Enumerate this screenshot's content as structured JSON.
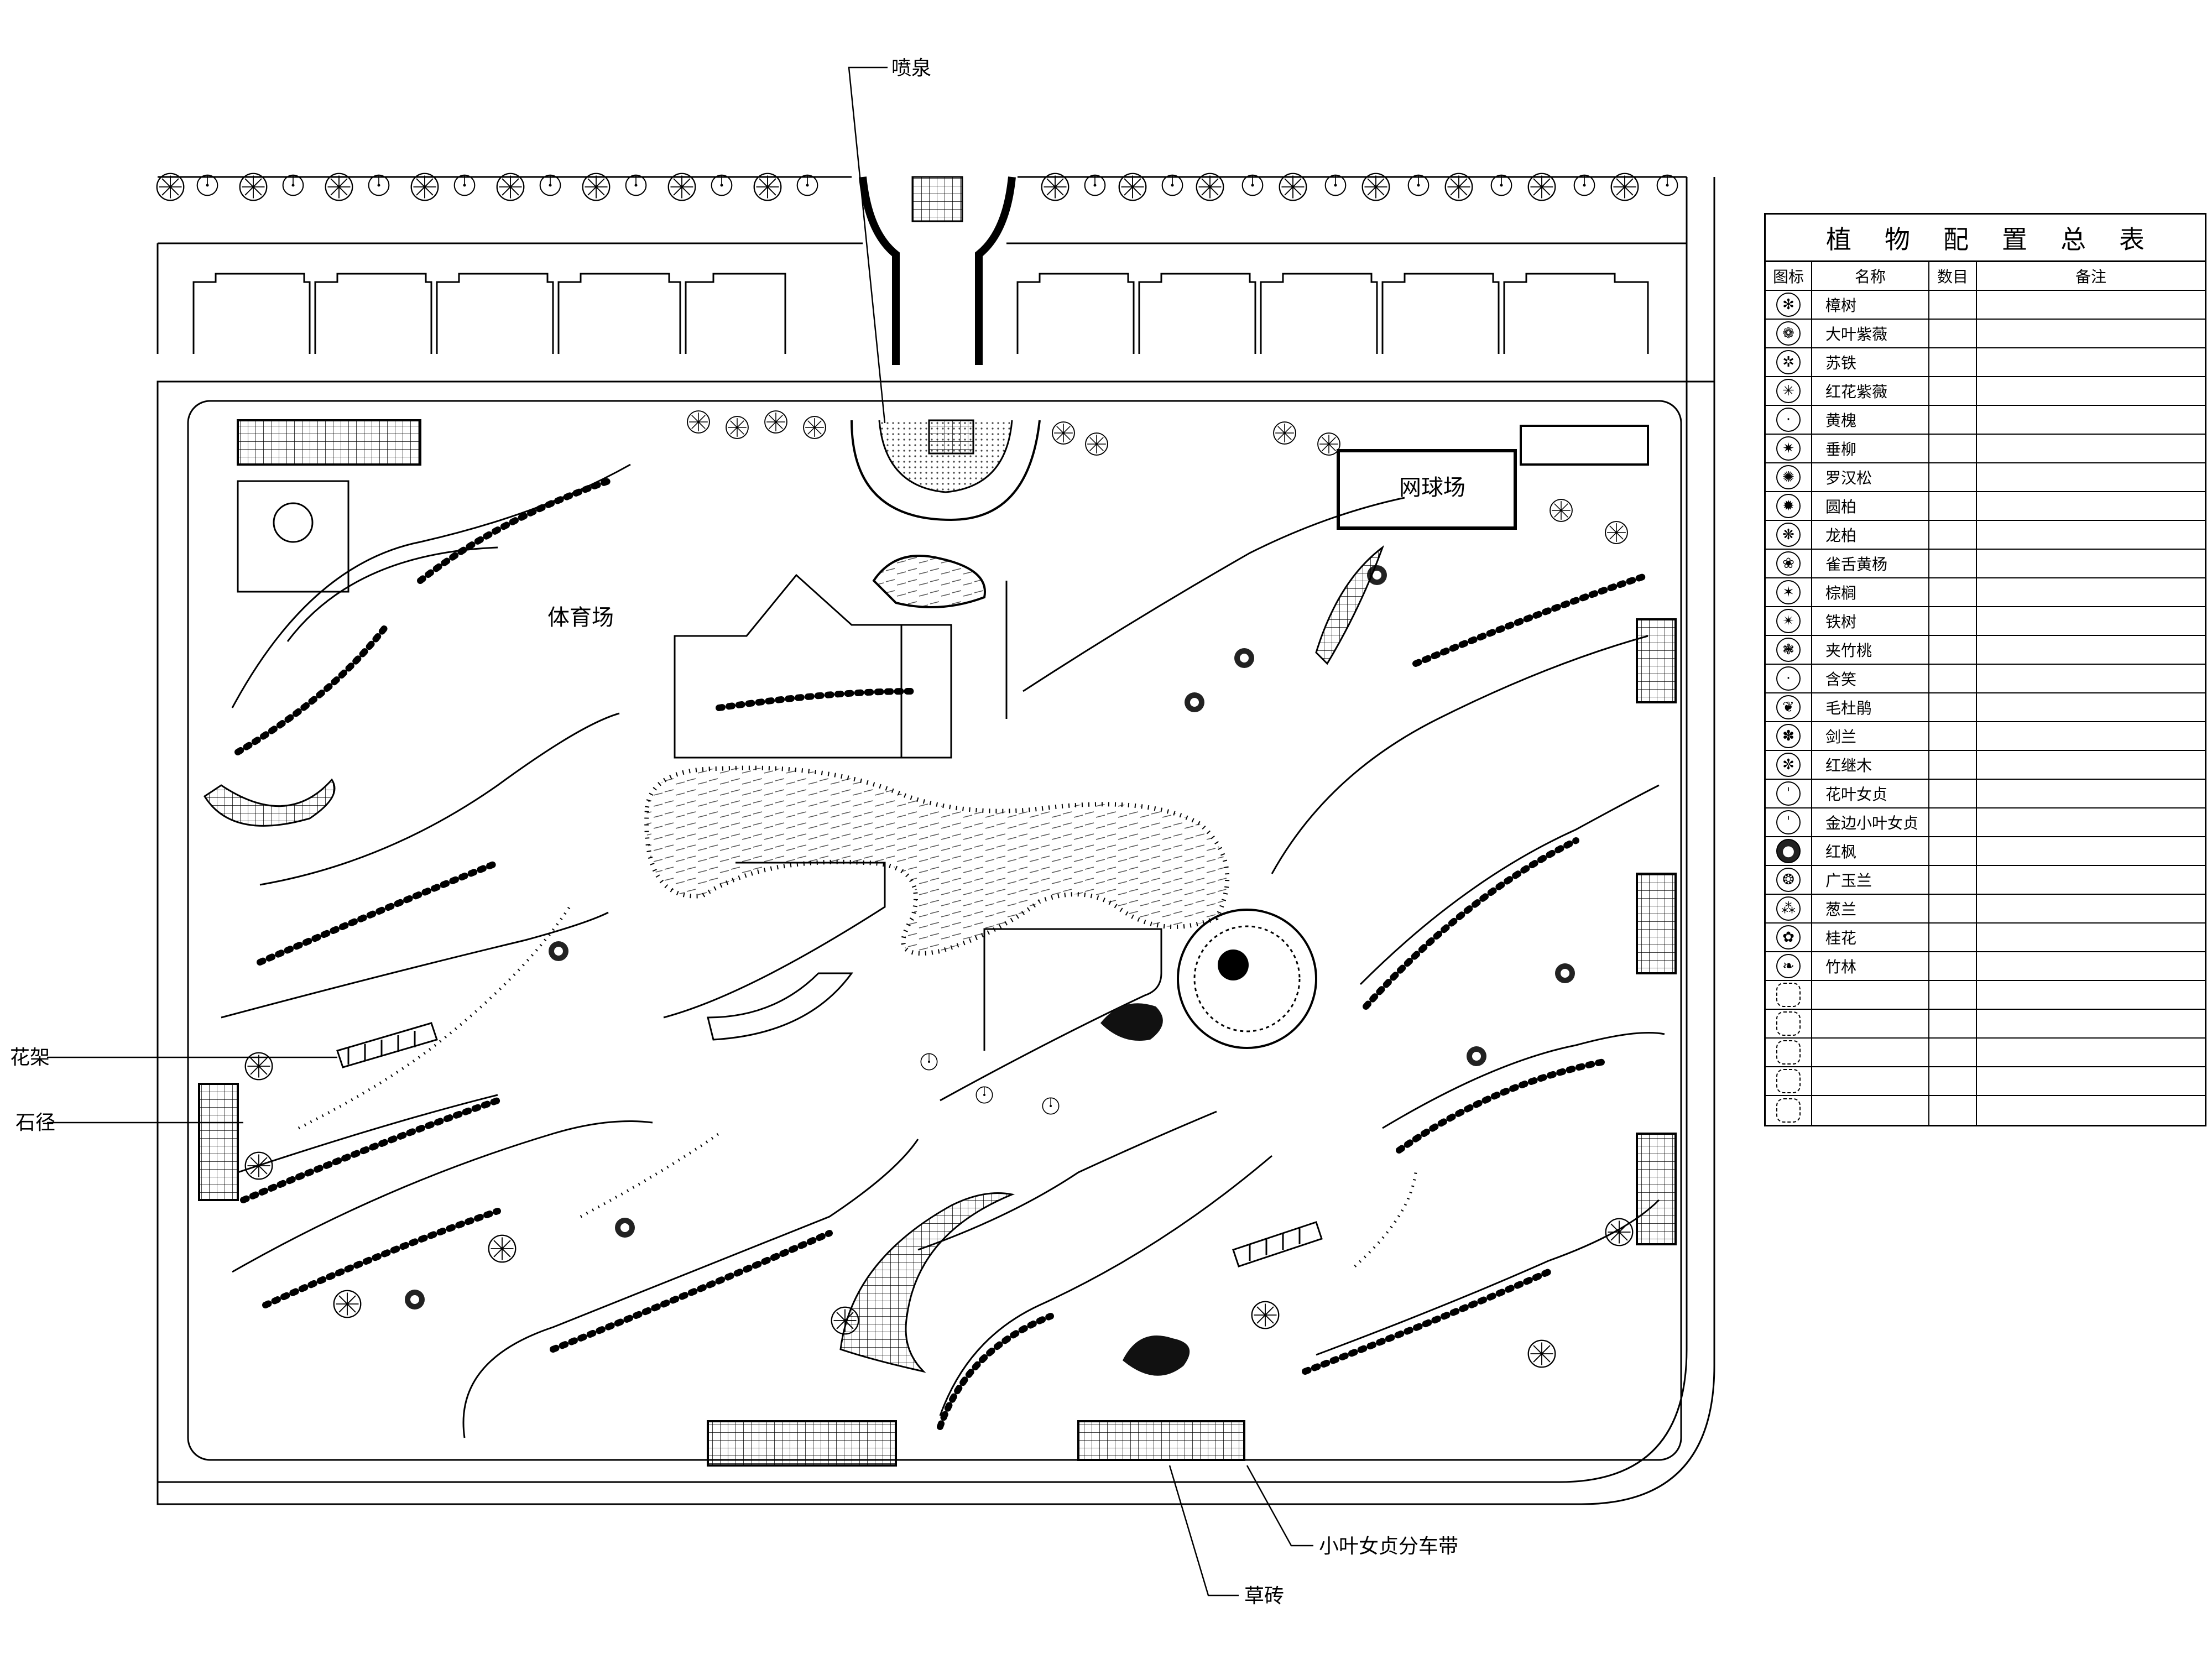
{
  "labels": {
    "fountain": "喷泉",
    "tennis_court": "网球场",
    "sports_field": "体育场",
    "flower_trellis": "花架",
    "stone_path": "石径",
    "divider": "小叶女贞分车带",
    "grass_brick": "草砖"
  },
  "legend": {
    "title": "植物配置总表",
    "headers": {
      "icon": "图标",
      "name": "名称",
      "count": "数目",
      "note": "备注"
    },
    "rows": [
      {
        "name": "樟树",
        "icon": "camphor-tree-icon",
        "glyph": "✻"
      },
      {
        "name": "大叶紫薇",
        "icon": "crape-myrtle-icon",
        "glyph": "❁"
      },
      {
        "name": "苏铁",
        "icon": "cycad-icon",
        "glyph": "✲"
      },
      {
        "name": "红花紫薇",
        "icon": "red-crape-myrtle-icon",
        "glyph": "✳"
      },
      {
        "name": "黄槐",
        "icon": "yellow-locust-icon",
        "glyph": "·"
      },
      {
        "name": "垂柳",
        "icon": "weeping-willow-icon",
        "glyph": "✷"
      },
      {
        "name": "罗汉松",
        "icon": "podocarpus-icon",
        "glyph": "✺"
      },
      {
        "name": "圆柏",
        "icon": "juniper-icon",
        "glyph": "✹"
      },
      {
        "name": "龙柏",
        "icon": "dragon-juniper-icon",
        "glyph": "❋"
      },
      {
        "name": "雀舌黄杨",
        "icon": "boxwood-icon",
        "glyph": "❀"
      },
      {
        "name": "棕榈",
        "icon": "palm-icon",
        "glyph": "✶"
      },
      {
        "name": "铁树",
        "icon": "iron-tree-icon",
        "glyph": "✴"
      },
      {
        "name": "夹竹桃",
        "icon": "oleander-icon",
        "glyph": "❃"
      },
      {
        "name": "含笑",
        "icon": "michelia-icon",
        "glyph": "·"
      },
      {
        "name": "毛杜鹃",
        "icon": "azalea-icon",
        "glyph": "❦"
      },
      {
        "name": "剑兰",
        "icon": "gladiolus-icon",
        "glyph": "✽"
      },
      {
        "name": "红继木",
        "icon": "loropetalum-icon",
        "glyph": "✼"
      },
      {
        "name": "花叶女贞",
        "icon": "variegated-privet-icon",
        "glyph": "ˈ"
      },
      {
        "name": "金边小叶女贞",
        "icon": "golden-privet-icon",
        "glyph": "ˈ"
      },
      {
        "name": "红枫",
        "icon": "red-maple-icon",
        "glyph": "●"
      },
      {
        "name": "广玉兰",
        "icon": "magnolia-icon",
        "glyph": "❂"
      },
      {
        "name": "葱兰",
        "icon": "zephyranthes-icon",
        "glyph": "⁂"
      },
      {
        "name": "桂花",
        "icon": "osmanthus-icon",
        "glyph": "✿"
      },
      {
        "name": "竹林",
        "icon": "bamboo-icon",
        "glyph": "❧"
      },
      {
        "name": "",
        "icon": "shrub-patch-icon-1",
        "glyph": ""
      },
      {
        "name": "",
        "icon": "shrub-patch-icon-2",
        "glyph": ""
      },
      {
        "name": "",
        "icon": "shrub-patch-icon-3",
        "glyph": ""
      },
      {
        "name": "",
        "icon": "shrub-patch-icon-4",
        "glyph": ""
      },
      {
        "name": "",
        "icon": "shrub-patch-icon-5",
        "glyph": ""
      }
    ]
  }
}
